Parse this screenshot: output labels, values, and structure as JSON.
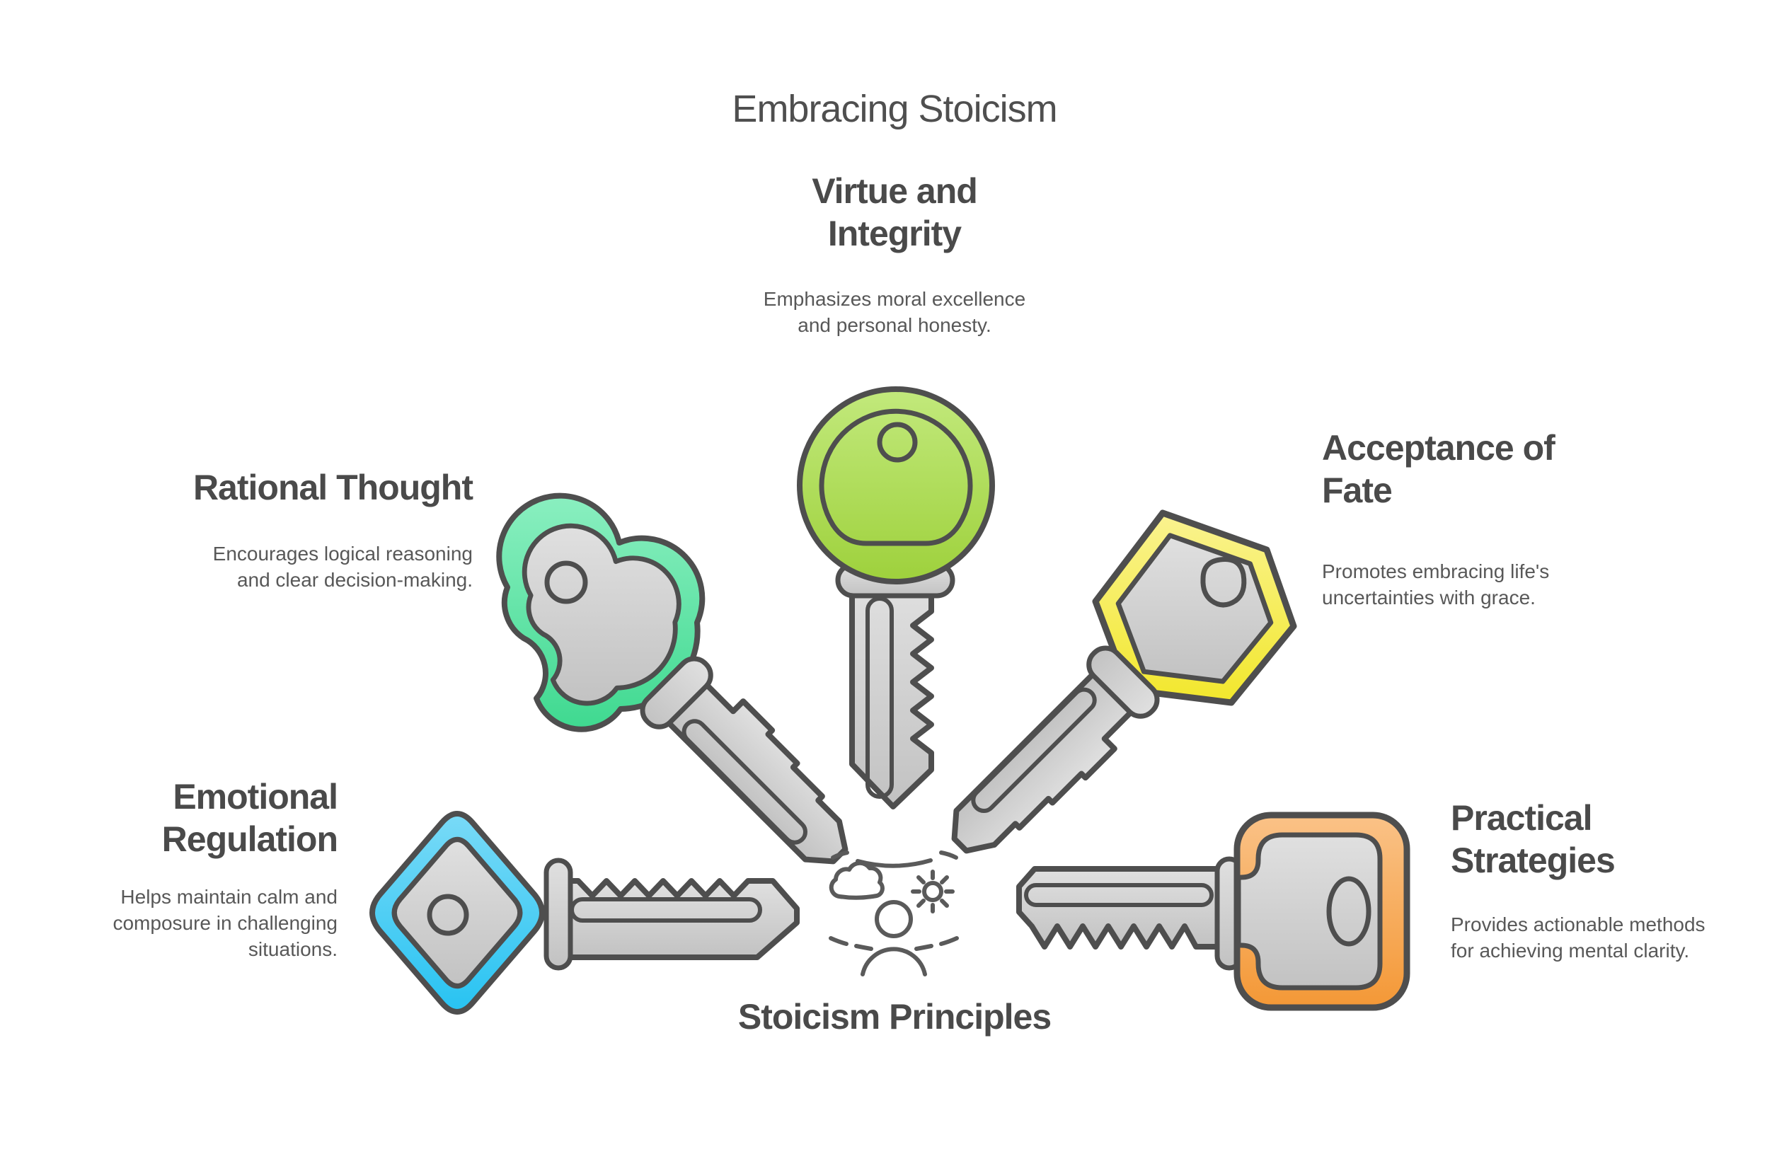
{
  "title": "Embracing Stoicism",
  "center": {
    "label": "Stoicism Principles",
    "icon": "calm-person-cloud-sun-icon"
  },
  "principles": [
    {
      "id": "virtue",
      "heading": "Virtue and\nIntegrity",
      "description": "Emphasizes moral excellence\nand personal honesty.",
      "key_shape": "round-head-key",
      "key_color": "#a5d843"
    },
    {
      "id": "rational",
      "heading": "Rational Thought",
      "description": "Encourages logical reasoning\nand clear decision-making.",
      "key_shape": "cloud-head-key",
      "key_color": "#4cdc96"
    },
    {
      "id": "acceptance",
      "heading": "Acceptance of\nFate",
      "description": "Promotes embracing life's\nuncertainties with grace.",
      "key_shape": "hexagon-head-key",
      "key_color": "#f3e832"
    },
    {
      "id": "emotional",
      "heading": "Emotional\nRegulation",
      "description": "Helps maintain calm and\ncomposure in challenging\nsituations.",
      "key_shape": "diamond-head-key",
      "key_color": "#31c7f2"
    },
    {
      "id": "practical",
      "heading": "Practical\nStrategies",
      "description": "Provides actionable methods\nfor achieving mental clarity.",
      "key_shape": "rounded-square-head-key",
      "key_color": "#f59c3a"
    }
  ],
  "palette": {
    "outline": "#4e4e4e",
    "metal_gray": "#cbcbcb",
    "heading_text": "#4a4a4a",
    "body_text": "#585858"
  }
}
